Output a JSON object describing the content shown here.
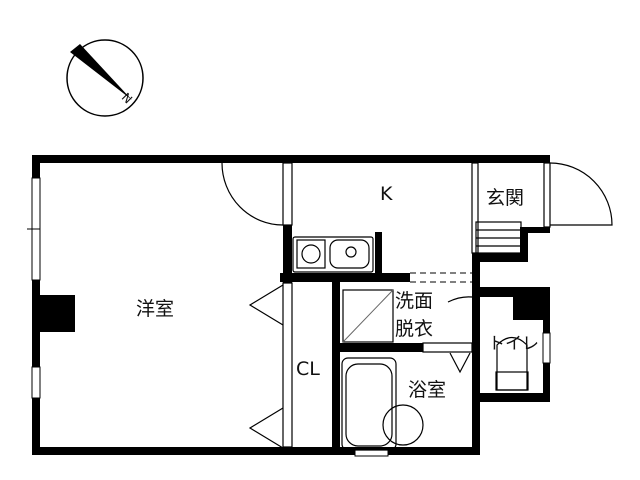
{
  "compass": {
    "label": "N"
  },
  "rooms": {
    "western": "洋室",
    "kitchen": "K",
    "entrance": "玄関",
    "washroom_line1": "洗面",
    "washroom_line2": "脱衣",
    "toilet": "トイレ",
    "closet": "CL",
    "bathroom": "浴室"
  },
  "colors": {
    "wall": "#000000",
    "background": "#ffffff"
  }
}
